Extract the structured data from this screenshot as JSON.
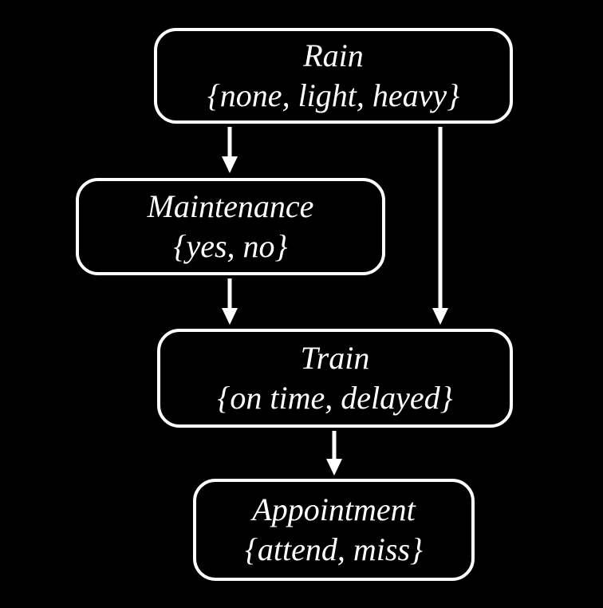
{
  "diagram": {
    "type": "bayesian-network",
    "colors": {
      "background": "#000000",
      "node_border": "#ffffff",
      "text": "#ffffff",
      "edge": "#ffffff"
    },
    "nodes": {
      "rain": {
        "name": "Rain",
        "values": "{none, light, heavy}"
      },
      "maintenance": {
        "name": "Maintenance",
        "values": "{yes, no}"
      },
      "train": {
        "name": "Train",
        "values": "{on time, delayed}"
      },
      "appointment": {
        "name": "Appointment",
        "values": "{attend, miss}"
      }
    },
    "edges": [
      {
        "from": "Rain",
        "to": "Maintenance"
      },
      {
        "from": "Rain",
        "to": "Train"
      },
      {
        "from": "Maintenance",
        "to": "Train"
      },
      {
        "from": "Train",
        "to": "Appointment"
      }
    ]
  }
}
